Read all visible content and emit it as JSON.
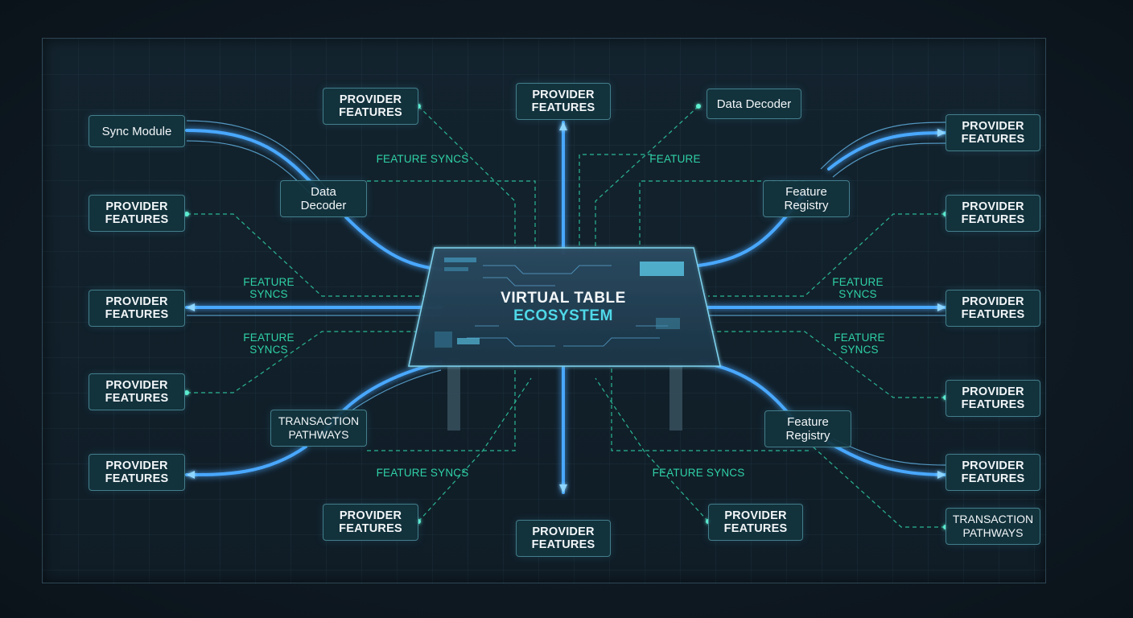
{
  "center": {
    "title_line1": "VIRTUAL TABLE",
    "title_line2": "ECOSYSTEM"
  },
  "nodes": {
    "sync_module": "Sync Module",
    "data_decoder_left": "Data\nDecoder",
    "data_decoder_top": "Data Decoder",
    "feature_registry_top": "Feature\nRegistry",
    "feature_registry_bottom": "Feature\nRegistry",
    "transaction_pathways_left": "TRANSACTION\nPATHWAYS",
    "transaction_pathways_right": "TRANSACTION\nPATHWAYS",
    "provider_features": "PROVIDER\nFEATURES"
  },
  "labels": {
    "feature_syncs": "FEATURE SYNCS",
    "feature": "FEATURE",
    "feature_syncs_stacked": "FEATURE\nSYNCS"
  },
  "colors": {
    "accent_cyan": "#3fd0f0",
    "beam_blue": "#4aa8ff",
    "dashed_green": "#2fd1a6",
    "label_green": "#2fd1a6"
  }
}
